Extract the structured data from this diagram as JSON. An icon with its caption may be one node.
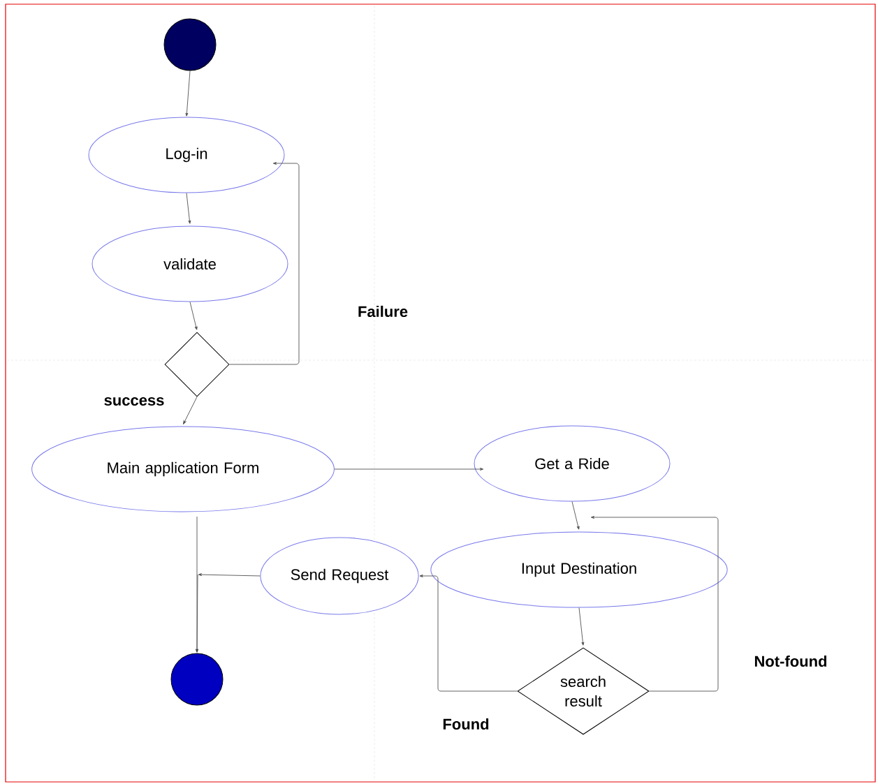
{
  "diagram": {
    "nodes": [
      {
        "text": [],
        "shape": "circle"
      },
      {
        "text": [
          "Log-in"
        ]
      },
      {
        "text": [
          "validate"
        ]
      },
      {
        "text": [],
        "shape": "diamond"
      },
      {
        "text": [
          "Main application Form"
        ]
      },
      {
        "text": [
          "Get a Ride"
        ]
      },
      {
        "text": [
          "Send Request"
        ]
      },
      {
        "text": [
          "Input Destination"
        ]
      },
      {
        "text": [
          "search result"
        ]
      },
      {
        "text": [],
        "shape": "circle"
      }
    ],
    "edges": [
      {
        "from": 0,
        "to": 1,
        "arrow": "to"
      },
      {
        "from": 1,
        "to": 2,
        "arrow": "to"
      },
      {
        "from": 2,
        "to": 3,
        "arrow": "to"
      },
      {
        "from": 3,
        "to": 1,
        "arrow": "to",
        "label": "Failure"
      },
      {
        "from": 3,
        "to": 4,
        "arrow": "to",
        "label": "success"
      },
      {
        "from": 4,
        "to": 5,
        "arrow": "to"
      },
      {
        "from": 4,
        "to": 9,
        "arrow": "to"
      },
      {
        "from": 6,
        "to": 9,
        "arrow": "to"
      },
      {
        "from": 5,
        "to": 7,
        "arrow": "to"
      },
      {
        "from": 7,
        "to": 8,
        "arrow": "to"
      },
      {
        "from": 8,
        "to": 7,
        "arrow": "to",
        "label": "Not-found"
      },
      {
        "from": 8,
        "to": 6,
        "arrow": "to",
        "label": "Found"
      }
    ]
  }
}
